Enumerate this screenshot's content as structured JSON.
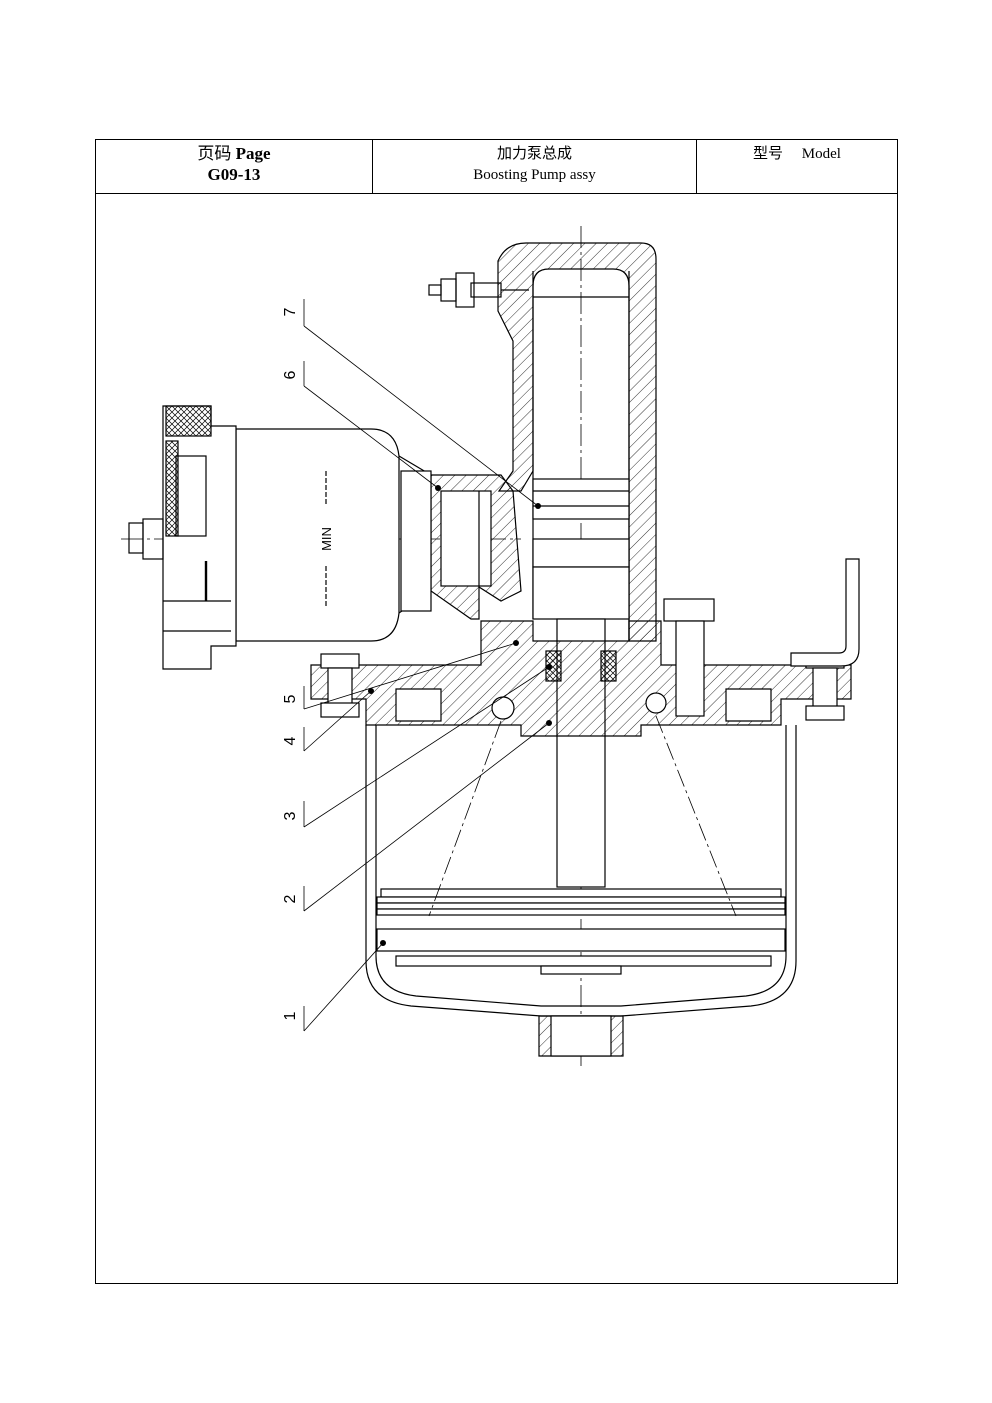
{
  "header": {
    "page_label_cn": "页码",
    "page_label_en": "Page",
    "page_code": "G09-13",
    "title_cn": "加力泵总成",
    "title_en": "Boosting Pump assy",
    "model_label_cn": "型号",
    "model_label_en": "Model"
  },
  "drawing": {
    "callouts": [
      "1",
      "2",
      "3",
      "4",
      "5",
      "6",
      "7"
    ],
    "reservoir_label": "MIN"
  }
}
